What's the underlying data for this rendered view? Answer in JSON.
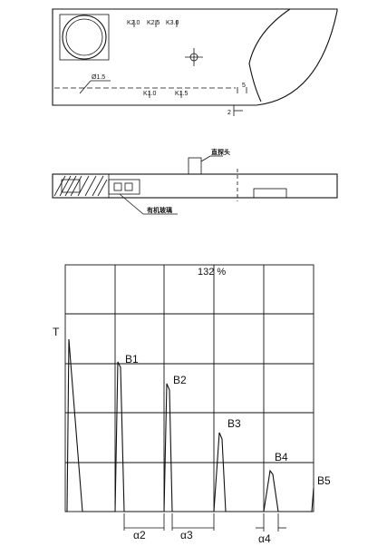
{
  "block_top_view": {
    "step_dims": [
      "K2.0",
      "K2.5",
      "K3.0"
    ],
    "hole_label": "Ø1.5",
    "lower_dims": [
      "K1.0",
      "K1.5"
    ],
    "hole_dim": "5",
    "edge_dim": "2"
  },
  "block_side_view": {
    "probe_label": "直探头",
    "plexiglass_label": "有机玻璃"
  },
  "waveform": {
    "zoom_label": "132 %",
    "initial_pulse_label": "T",
    "echoes": [
      "B1",
      "B2",
      "B3",
      "B4",
      "B5"
    ],
    "gap_labels": [
      "α2",
      "α3",
      "α4"
    ],
    "grid_cols": 5,
    "grid_rows": 5
  }
}
